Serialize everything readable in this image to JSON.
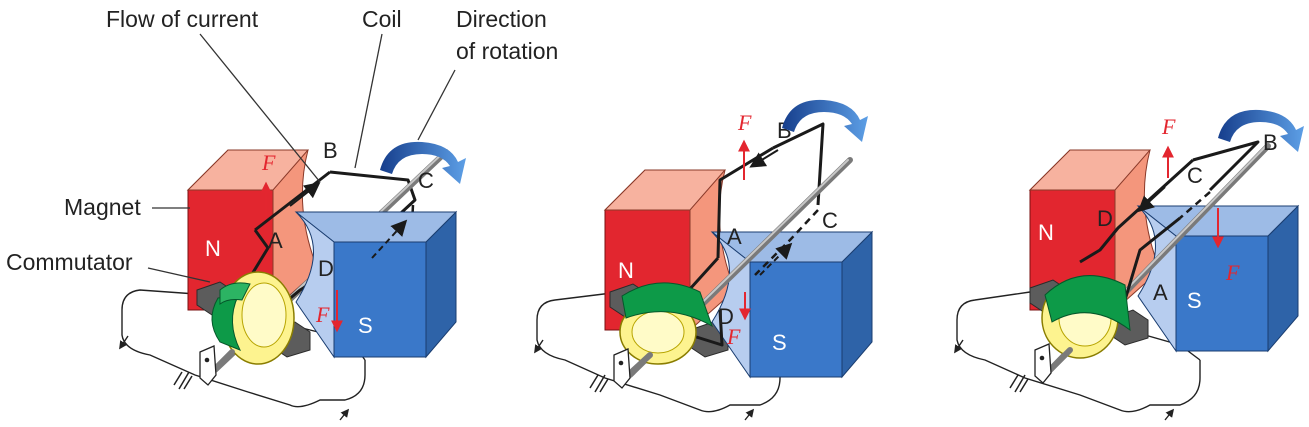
{
  "labels": {
    "flow_of_current": "Flow of current",
    "coil": "Coil",
    "direction_line1": "Direction",
    "direction_line2": "of rotation",
    "magnet": "Magnet",
    "commutator": "Commutator"
  },
  "poles": {
    "north": "N",
    "south": "S"
  },
  "force_symbol": "F",
  "points": {
    "a": "A",
    "b": "B",
    "c": "C",
    "d": "D"
  },
  "colors": {
    "north_front": "#e2262f",
    "north_side": "#f4967c",
    "south_front": "#3a78c9",
    "south_side": "#9dbbe6",
    "commutator_green": "#0d9a48",
    "commutator_yellow": "#fdf38f",
    "force_red": "#e3262f",
    "rotation_arrow": "#3f7fd2",
    "brush_gray": "#5c5c5c"
  }
}
